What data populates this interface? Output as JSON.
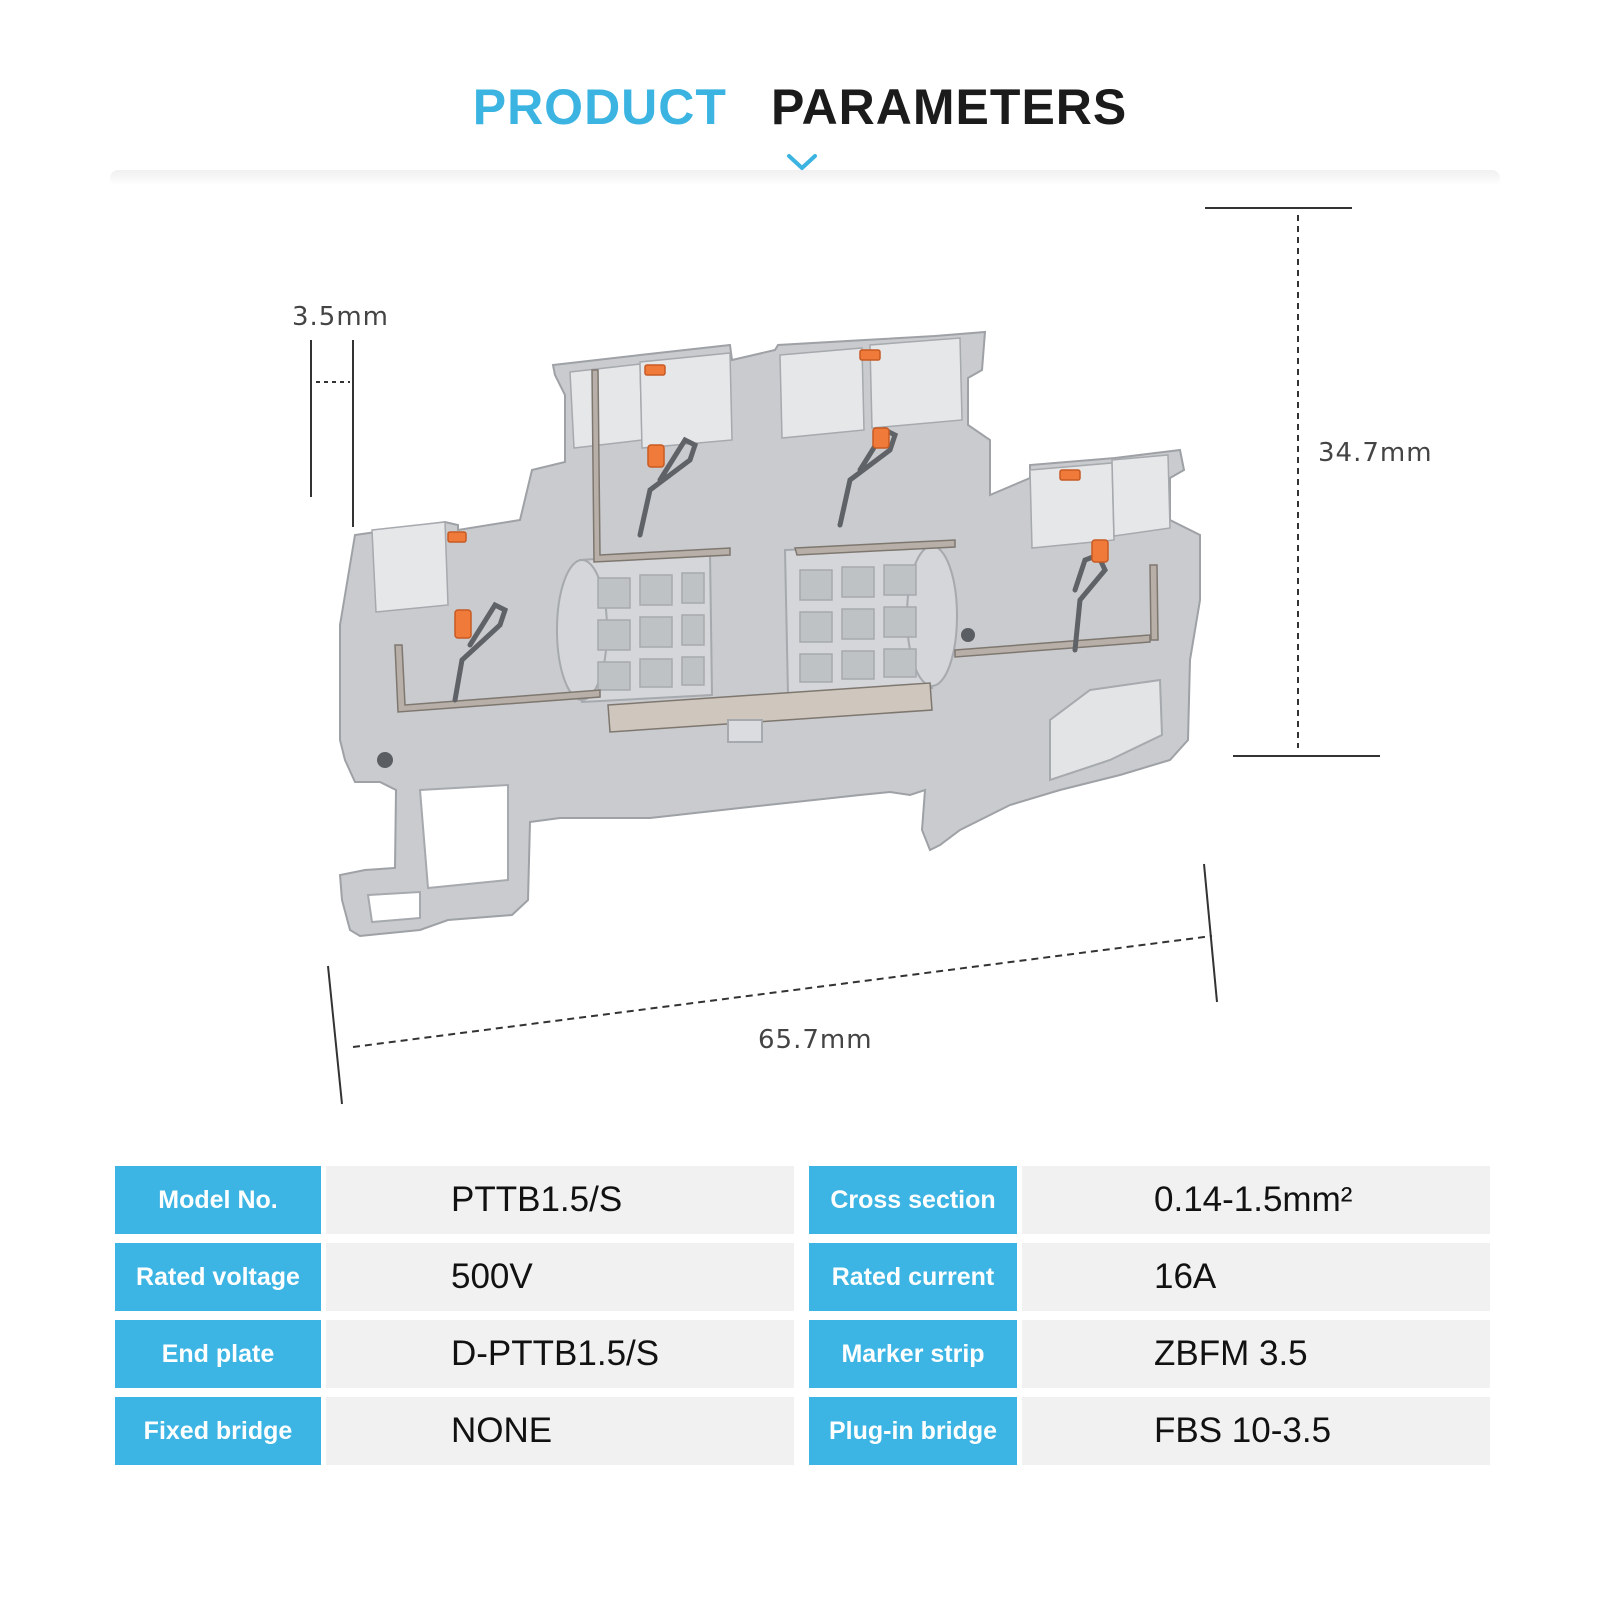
{
  "header": {
    "title_part1": "PRODUCT",
    "title_part2": "PARAMETERS"
  },
  "dimensions": {
    "pitch": "3.5mm",
    "height": "34.7mm",
    "length": "65.7mm"
  },
  "specs": [
    {
      "label_left": "Model No.",
      "value_left": "PTTB1.5/S",
      "label_right": "Cross section",
      "value_right": "0.14-1.5mm²"
    },
    {
      "label_left": "Rated voltage",
      "value_left": "500V",
      "label_right": "Rated current",
      "value_right": "16A"
    },
    {
      "label_left": "End plate",
      "value_left": "D-PTTB1.5/S",
      "label_right": "Marker strip",
      "value_right": "ZBFM 3.5"
    },
    {
      "label_left": "Fixed bridge",
      "value_left": "NONE",
      "label_right": "Plug-in bridge",
      "value_right": "FBS 10-3.5"
    }
  ],
  "colors": {
    "accent": "#3db5e4",
    "product_body": "#c9cbce",
    "push_button": "#f07a3a"
  }
}
